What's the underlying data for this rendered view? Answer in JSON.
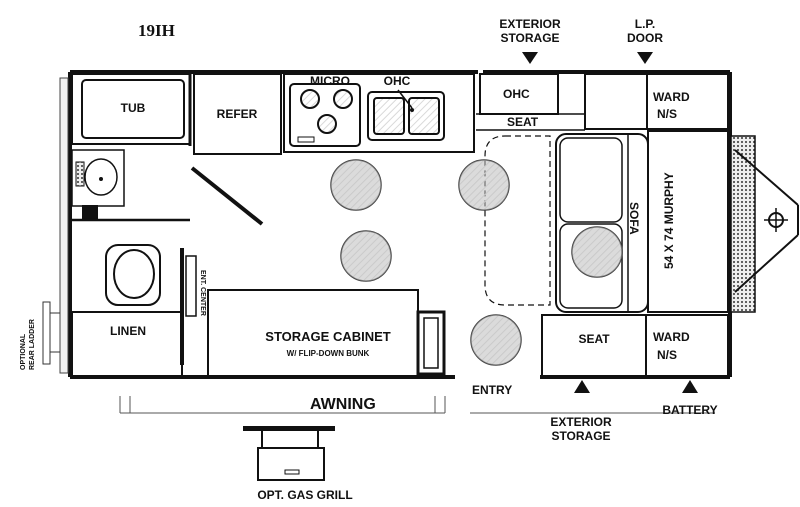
{
  "model": "19IH",
  "labels": {
    "tub": "TUB",
    "refer": "REFER",
    "micro": "MICRO",
    "ohc_kitchen": "OHC",
    "ohc_front": "OHC",
    "seat_front": "SEAT",
    "ward_front": "WARD",
    "ns_front": "N/S",
    "sofa": "SOFA",
    "murphy": "54 X 74 MURPHY",
    "ent_center": "ENT. CENTER",
    "linen": "LINEN",
    "storage_cabinet": "STORAGE CABINET",
    "flip_down_bunk": "W/ FLIP-DOWN BUNK",
    "seat_rear": "SEAT",
    "ward_rear": "WARD",
    "ns_rear": "N/S",
    "entry": "ENTRY",
    "awning": "AWNING",
    "opt_gas_grill": "OPT.  GAS  GRILL",
    "optional": "OPTIONAL",
    "rear_ladder": "REAR LADDER",
    "exterior_storage_top_1": "EXTERIOR",
    "exterior_storage_top_2": "STORAGE",
    "lp_door_1": "L.P.",
    "lp_door_2": "DOOR",
    "exterior_storage_bottom_1": "EXTERIOR",
    "exterior_storage_bottom_2": "STORAGE",
    "battery": "BATTERY"
  },
  "colors": {
    "wall": "#111111",
    "table_fill": "#b8b8b8",
    "hitch_fill": "#c9c9c9"
  }
}
